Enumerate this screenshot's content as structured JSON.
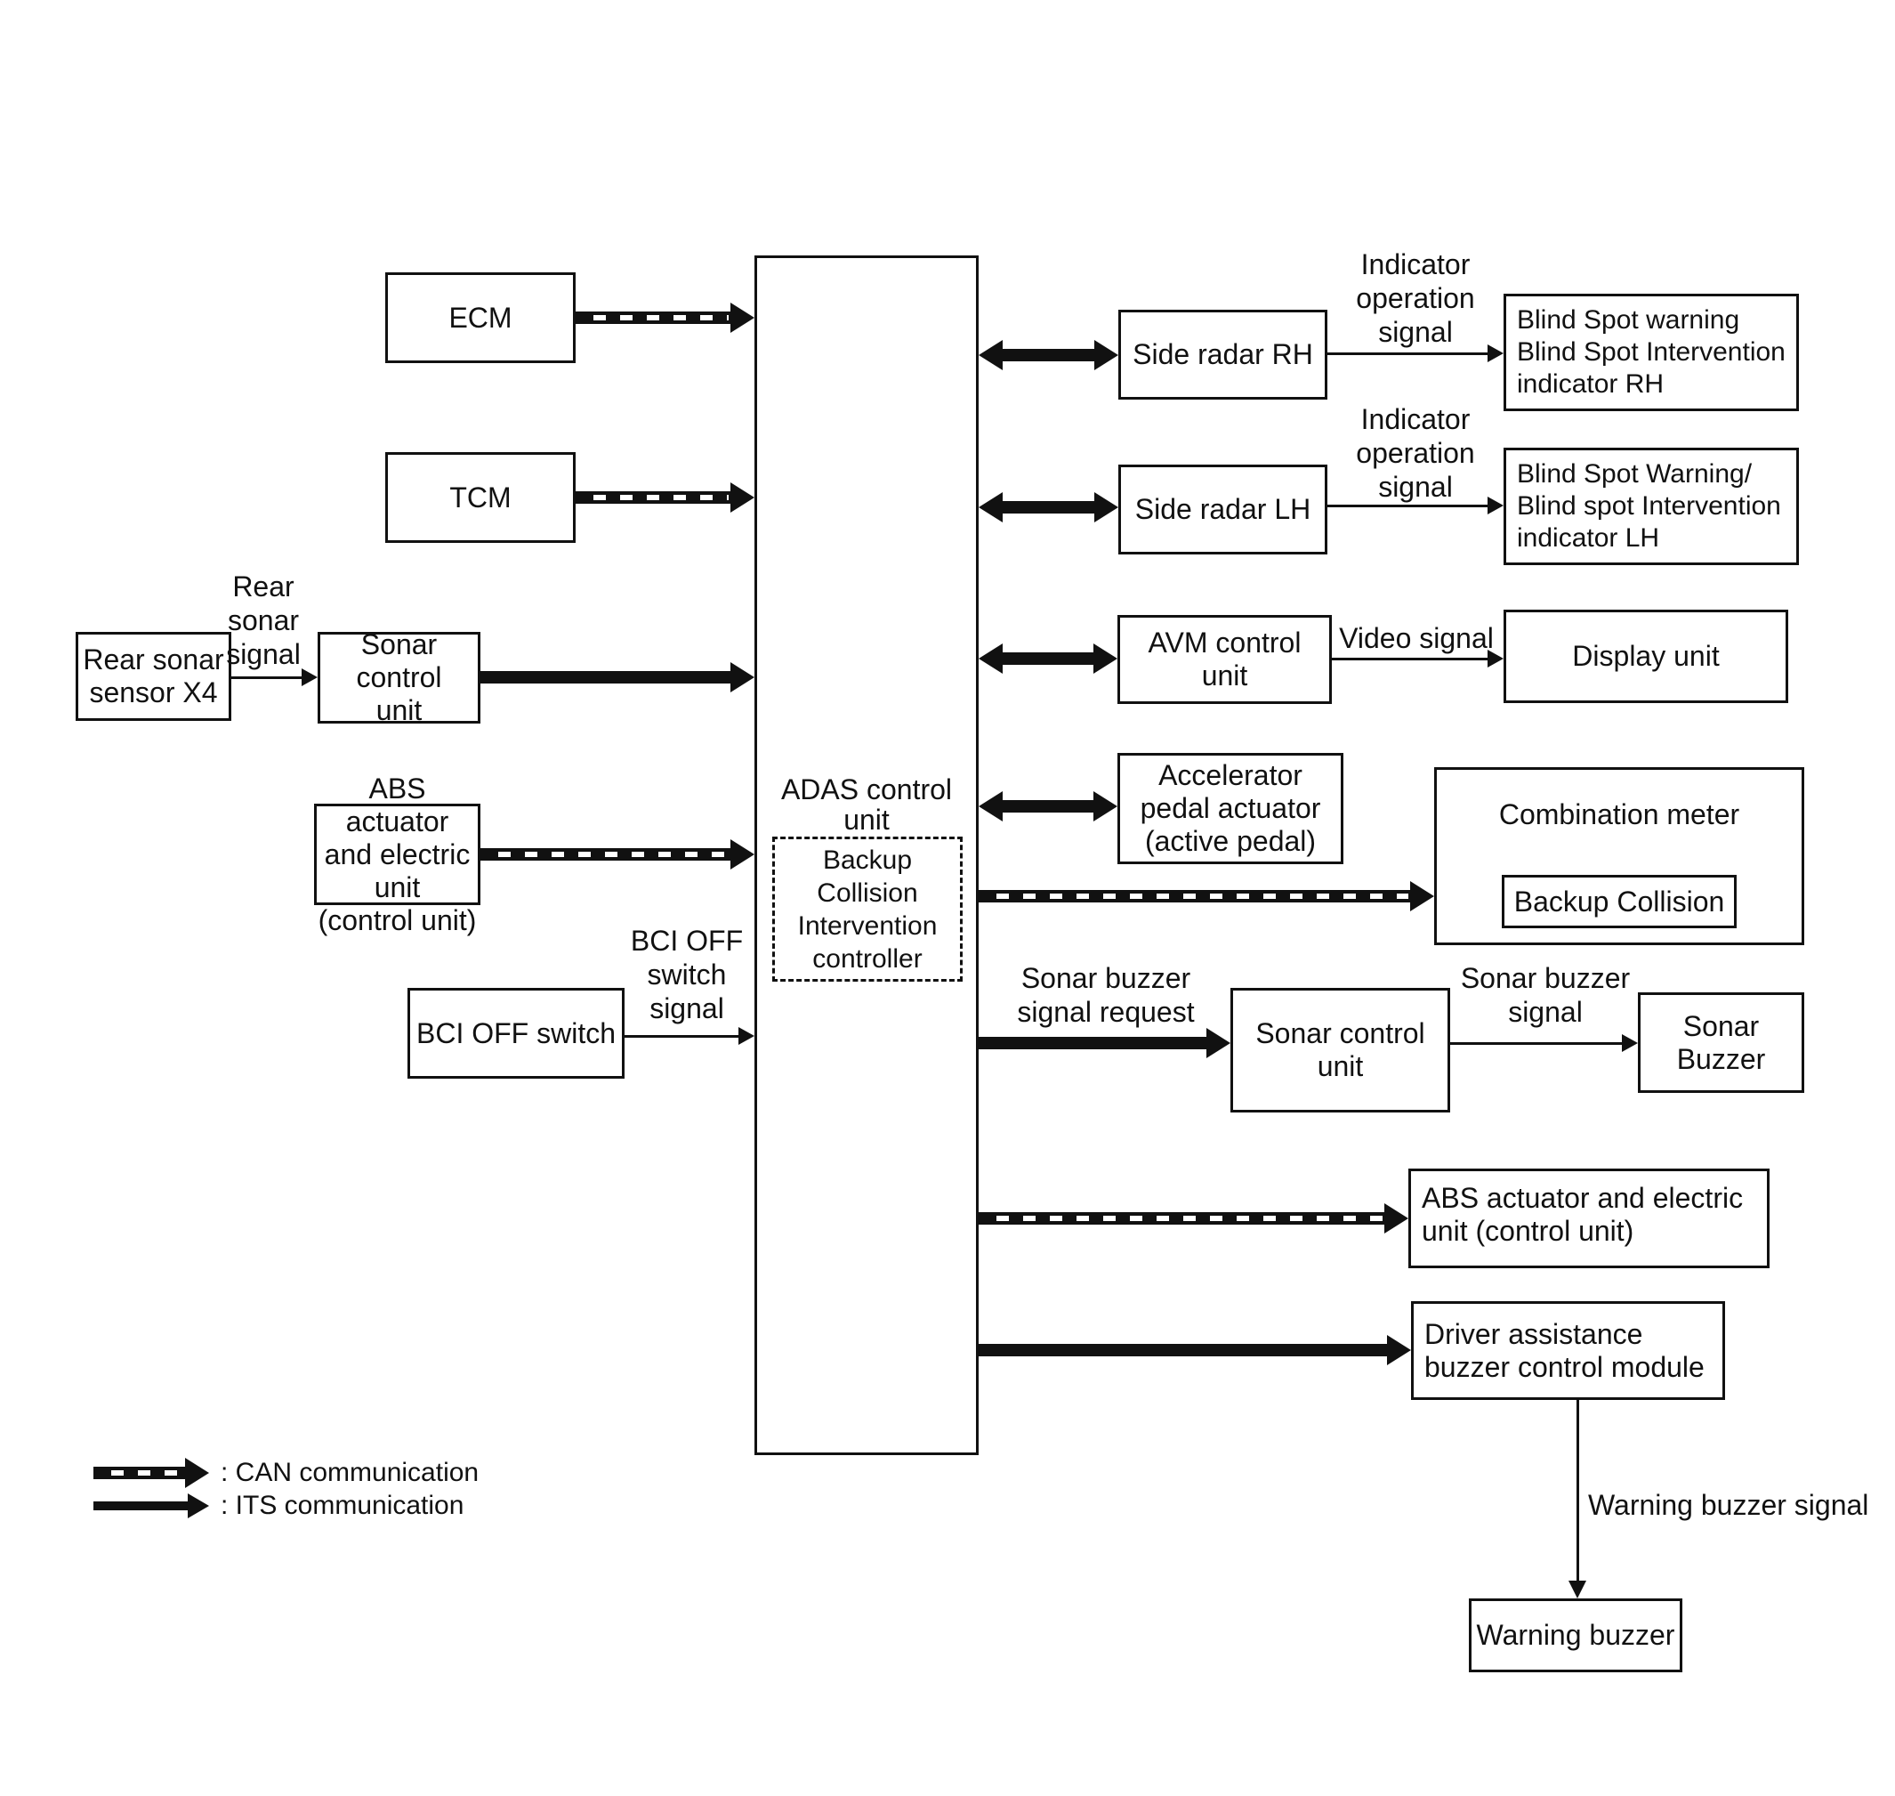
{
  "diagram": {
    "type": "automotive-adas-system-block-diagram"
  },
  "boxes": {
    "ecm": {
      "label": "ECM"
    },
    "tcm": {
      "label": "TCM"
    },
    "rear_sonar_sensor": {
      "lines": [
        "Rear sonar",
        "sensor X4"
      ]
    },
    "sonar_control_left": {
      "lines": [
        "Sonar control",
        "unit"
      ]
    },
    "abs_left": {
      "lines": [
        "ABS actuator",
        "and electric unit",
        "(control unit)"
      ]
    },
    "bci_off_switch": {
      "label": "BCI OFF switch"
    },
    "adas": {
      "lines": [
        "ADAS control",
        "unit"
      ]
    },
    "bci_controller": {
      "lines": [
        "Backup",
        "Collision",
        "Intervention",
        "controller"
      ]
    },
    "side_radar_rh": {
      "label": "Side radar RH"
    },
    "side_radar_lh": {
      "label": "Side radar LH"
    },
    "blind_spot_rh": {
      "lines": [
        "Blind Spot warning",
        "Blind Spot Intervention",
        "indicator RH"
      ]
    },
    "blind_spot_lh": {
      "lines": [
        "Blind Spot Warning/",
        "Blind spot Intervention",
        "indicator LH"
      ]
    },
    "avm": {
      "lines": [
        "AVM control",
        "unit"
      ]
    },
    "display_unit": {
      "label": "Display unit"
    },
    "accelerator": {
      "lines": [
        "Accelerator",
        "pedal actuator",
        "(active pedal)"
      ]
    },
    "combination_meter": {
      "label": "Combination meter"
    },
    "backup_collision": {
      "label": "Backup Collision"
    },
    "sonar_control_right": {
      "lines": [
        "Sonar control",
        "unit"
      ]
    },
    "sonar_buzzer": {
      "lines": [
        "Sonar",
        "Buzzer"
      ]
    },
    "abs_right": {
      "lines": [
        "ABS actuator and electric",
        "unit (control unit)"
      ]
    },
    "driver_assistance": {
      "lines": [
        "Driver assistance",
        "buzzer control module"
      ]
    },
    "warning_buzzer": {
      "label": "Warning buzzer"
    }
  },
  "signal_labels": {
    "rear_sonar": {
      "lines": [
        "Rear",
        "sonar",
        "signal"
      ]
    },
    "bci_off": {
      "lines": [
        "BCI OFF",
        "switch",
        "signal"
      ]
    },
    "indicator_rh": {
      "lines": [
        "Indicator",
        "operation",
        "signal"
      ]
    },
    "indicator_lh": {
      "lines": [
        "Indicator",
        "operation",
        "signal"
      ]
    },
    "video": {
      "label": "Video signal"
    },
    "sonar_request": {
      "lines": [
        "Sonar buzzer",
        "signal request"
      ]
    },
    "sonar_signal": {
      "lines": [
        "Sonar buzzer",
        "signal"
      ]
    },
    "warning": {
      "label": "Warning buzzer signal"
    }
  },
  "legend": {
    "can": ": CAN communication",
    "its": ": ITS communication"
  },
  "colors": {
    "line": "#111111",
    "background": "#ffffff"
  },
  "connections": [
    {
      "from": "ECM",
      "to": "ADAS control unit",
      "type": "CAN"
    },
    {
      "from": "TCM",
      "to": "ADAS control unit",
      "type": "CAN"
    },
    {
      "from": "Rear sonar sensor X4",
      "to": "Sonar control unit",
      "type": "signal",
      "label": "Rear sonar signal"
    },
    {
      "from": "Sonar control unit",
      "to": "ADAS control unit",
      "type": "ITS"
    },
    {
      "from": "ABS actuator and electric unit (control unit)",
      "to": "ADAS control unit",
      "type": "CAN"
    },
    {
      "from": "BCI OFF switch",
      "to": "ADAS control unit",
      "type": "signal",
      "label": "BCI OFF switch signal"
    },
    {
      "from": "ADAS control unit",
      "to": "Side radar RH",
      "type": "ITS-bidirectional"
    },
    {
      "from": "Side radar RH",
      "to": "Blind Spot warning Blind Spot Intervention indicator RH",
      "type": "signal",
      "label": "Indicator operation signal"
    },
    {
      "from": "ADAS control unit",
      "to": "Side radar LH",
      "type": "ITS-bidirectional"
    },
    {
      "from": "Side radar LH",
      "to": "Blind Spot Warning/Blind spot Intervention indicator LH",
      "type": "signal",
      "label": "Indicator operation signal"
    },
    {
      "from": "ADAS control unit",
      "to": "AVM control unit",
      "type": "ITS-bidirectional"
    },
    {
      "from": "AVM control unit",
      "to": "Display unit",
      "type": "signal",
      "label": "Video signal"
    },
    {
      "from": "ADAS control unit",
      "to": "Accelerator pedal actuator (active pedal)",
      "type": "ITS-bidirectional"
    },
    {
      "from": "ADAS control unit",
      "to": "Combination meter (Backup Collision)",
      "type": "CAN"
    },
    {
      "from": "ADAS control unit",
      "to": "Sonar control unit",
      "type": "ITS",
      "label": "Sonar buzzer signal request"
    },
    {
      "from": "Sonar control unit",
      "to": "Sonar Buzzer",
      "type": "signal",
      "label": "Sonar buzzer signal"
    },
    {
      "from": "ADAS control unit",
      "to": "ABS actuator and electric unit (control unit)",
      "type": "CAN"
    },
    {
      "from": "ADAS control unit",
      "to": "Driver assistance buzzer control module",
      "type": "ITS"
    },
    {
      "from": "Driver assistance buzzer control module",
      "to": "Warning buzzer",
      "type": "signal",
      "label": "Warning buzzer signal"
    }
  ]
}
